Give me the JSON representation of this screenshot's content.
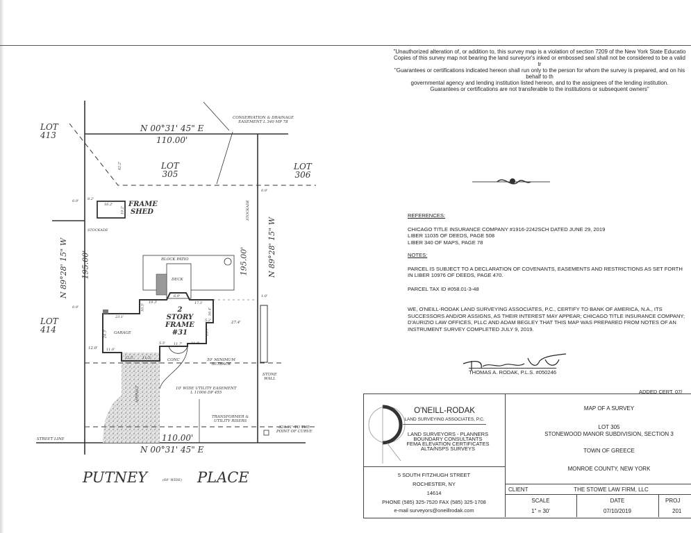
{
  "notice": [
    "\"Unauthorized alteration of, or addition to, this survey map is a violation of section 7209 of the New York State Educatio",
    "Copies of this survey map not bearing the land surveyor's inked or embossed seal shall not be considered to be a valid tr",
    "\"Guarantees or certifications indicated hereon shall run only to the person for whom the survey is prepared, and on his behalf to th",
    "governmental agency and lending institution listed hereon, and to the assignees of the lending institution.",
    "Guarantees or certifications are not transferable to the institutions or subsequent owners\""
  ],
  "drawing": {
    "lot_413": [
      "LOT",
      "413"
    ],
    "lot_414": [
      "LOT",
      "414"
    ],
    "lot_305": [
      "LOT",
      "305"
    ],
    "lot_306": [
      "LOT",
      "306"
    ],
    "north_bearing": "N 00°31' 45\" E",
    "north_distance": "110.00'",
    "south_bearing": "N 00°31' 45\" E",
    "south_distance": "110.00'",
    "west_bearing": "N 89°28' 15\" W",
    "west_distance": "195.00'",
    "east_bearing": "N 89°28' 15\" W",
    "east_distance": "195.00'",
    "easement_note": [
      "CONSERVATION & DRAINAGE",
      "EASEMENT L 340 MP 78"
    ],
    "dim_42_2": "42.2'",
    "shed_label": [
      "FRAME",
      "SHED"
    ],
    "shed_dims": [
      "16.2'",
      "10.2'"
    ],
    "offset_0_9_a": "0.9'",
    "offset_8_2": "8.2'",
    "offset_0_9_b": "0.9'",
    "offset_0_9_c": "0.9'",
    "offset_1_0": "1.0'",
    "stockade_left": "STOCKADE",
    "stockade_right": "STOCKADE",
    "block_patio": "BLOCK PATIO",
    "deck": "DECK",
    "house_label": [
      "2",
      "STORY",
      "FRAME",
      "#31"
    ],
    "house_dims": [
      "19.3'",
      "6.9'",
      "17.1'",
      "16.4'",
      "5.2'",
      "23.1'",
      "24.3'",
      "11.6'",
      "12.5'",
      "11.5'",
      "5.5'",
      "11.7'",
      "11.8'",
      "13.7'",
      "10.5'"
    ],
    "garage": "GARAGE",
    "side_12_0": "12.0'",
    "side_27_4": "27.4'",
    "conc": "CONC",
    "setback": [
      "50' MINIMUM",
      "SETBACK"
    ],
    "stone_wall": [
      "STONE",
      "WALL"
    ],
    "asphalt": "ASPHALT",
    "utility_easement": [
      "10' WIDE UTILITY EASEMENT",
      "L 11006 DP 455"
    ],
    "transformer": [
      "TRANSFORMER &",
      "UTILITY RISERS"
    ],
    "point_of_curve": [
      "324.31' TO THE",
      "POINT OF CURVE"
    ],
    "street_line": "STREET LINE",
    "street_name_a": "PUTNEY",
    "street_width": "(60' WIDE)",
    "street_name_b": "PLACE"
  },
  "references": {
    "heading": "REFERENCES:",
    "items": [
      "CHICAGO TITLE INSURANCE COMPANY #1916-2242SCH DATED JUNE 29, 2019",
      "LIBER 11035 OF DEEDS, PAGE 508",
      "LIBER 340 OF MAPS, PAGE 78"
    ]
  },
  "notes": {
    "heading": "NOTES:",
    "items": [
      "PARCEL IS SUBJECT TO A DECLARATION OF COVENANTS, EASEMENTS AND RESTRICTIONS AS SET FORTH IN LIBER 10976 OF DEEDS, PAGE 470.",
      "PARCEL TAX ID #058.01-3-48"
    ],
    "certification": "WE, O'NEILL-RODAK LAND SURVEYING ASSOCIATES, P.C., CERTIFY TO BANK OF AMERICA, N.A., ITS SUCCESSORS AND/OR ASSIGNS, AS THEIR INTEREST MAY APPEAR; CHICAGO TITLE INSURANCE COMPANY; D'AURIZIO LAW OFFICES, PLLC AND ADAM BEGLEY THAT THIS MAP WAS PREPARED FROM NOTES OF AN INSTRUMENT SURVEY COMPLETED JULY 9, 2019.",
    "signer": "THOMAS A. RODAK, P.L.S. #050246"
  },
  "title_block": {
    "added_cert": "ADDED CERT. 07/",
    "company": "O'NEILL-RODAK",
    "company_sub": "LAND SURVEYING ASSOCIATES, P.C.",
    "services": [
      "LAND SURVEYORS - PLANNERS",
      "BOUNDARY CONSULTANTS",
      "FEMA ELEVATION CERTIFICATES",
      "ALTA/NSPS SURVEYS"
    ],
    "address": [
      "5 SOUTH FITZHUGH STREET",
      "ROCHESTER, NY",
      "14614"
    ],
    "phone": "PHONE (585) 325-7520  FAX (585) 325-1708",
    "email": "e-mail surveyors@oneillrodak.com",
    "map_title": "MAP OF A SURVEY",
    "lot": "LOT 305",
    "subdivision": "STONEWOOD MANOR SUBDIVISION, SECTION 3",
    "town": "TOWN OF GREECE",
    "county": "MONROE COUNTY, NEW YORK",
    "client_label": "CLIENT",
    "client": "THE STOWE LAW FIRM, LLC",
    "scale_label": "SCALE",
    "scale": "1\" = 30'",
    "date_label": "DATE",
    "date": "07/10/2019",
    "proj_label": "PROJ",
    "proj": "201"
  }
}
